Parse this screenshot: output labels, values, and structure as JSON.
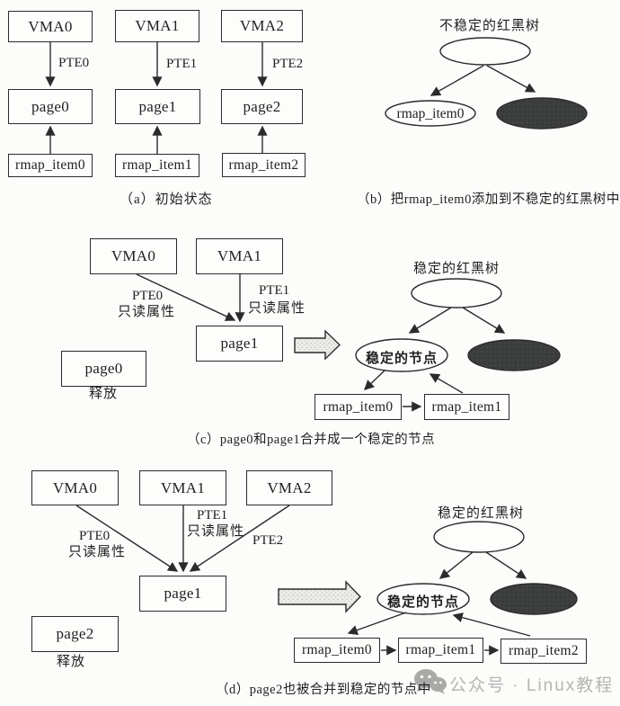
{
  "colors": {
    "line": "#2b2b2b",
    "dark_node_fill": "#3c3e3d",
    "block_arrow_fill": "#ececea",
    "watermark_gray": "#b5b5b3",
    "background": "#fcfcfa"
  },
  "icons": {
    "merge_arrow": "block-right-arrow-icon",
    "watermark_icon": "wechat-icon"
  },
  "panel_a": {
    "caption": "（a）初始状态",
    "columns": [
      {
        "vma": "VMA0",
        "pte": "PTE0",
        "page": "page0",
        "rmap": "rmap_item0"
      },
      {
        "vma": "VMA1",
        "pte": "PTE1",
        "page": "page1",
        "rmap": "rmap_item1"
      },
      {
        "vma": "VMA2",
        "pte": "PTE2",
        "page": "page2",
        "rmap": "rmap_item2"
      }
    ]
  },
  "panel_b": {
    "tree_title": "不稳定的红黑树",
    "left_node": "rmap_item0",
    "caption": "（b）把rmap_item0添加到不稳定的红黑树中"
  },
  "panel_c": {
    "vma0": "VMA0",
    "vma1": "VMA1",
    "pte0": "PTE0",
    "pte0_attr": "只读属性",
    "pte1": "PTE1",
    "pte1_attr": "只读属性",
    "page1": "page1",
    "page0": "page0",
    "release": "释放",
    "tree_title": "稳定的红黑树",
    "stable_node": "稳定的节点",
    "rmap0": "rmap_item0",
    "rmap1": "rmap_item1",
    "caption": "（c）page0和page1合并成一个稳定的节点"
  },
  "panel_d": {
    "vma0": "VMA0",
    "vma1": "VMA1",
    "vma2": "VMA2",
    "pte0": "PTE0",
    "pte0_attr": "只读属性",
    "pte1": "PTE1",
    "pte1_attr": "只读属性",
    "pte2": "PTE2",
    "page1": "page1",
    "page2": "page2",
    "release": "释放",
    "tree_title": "稳定的红黑树",
    "stable_node": "稳定的节点",
    "rmap0": "rmap_item0",
    "rmap1": "rmap_item1",
    "rmap2": "rmap_item2",
    "caption": "（d）page2也被合并到稳定的节点中"
  },
  "watermark": {
    "text": "公众号 · Linux教程"
  }
}
